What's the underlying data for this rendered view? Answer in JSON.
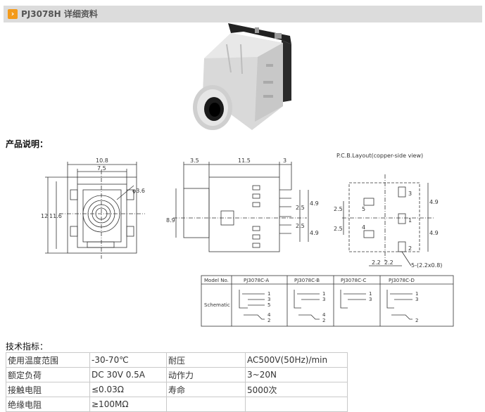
{
  "header": {
    "title": "PJ3078H 详细资料",
    "icon": "arrow-right-icon",
    "accent": "#f39a1a"
  },
  "section": {
    "title": "产品说明："
  },
  "drawing": {
    "front": {
      "dim_width": "10.8",
      "dim_inner": "7.5",
      "dim_height_outer": "12",
      "dim_height_inner": "11.6",
      "dim_hole": "φ3.6"
    },
    "side": {
      "dim_a": "3.5",
      "dim_b": "11.5",
      "dim_c": "3",
      "dim_d": "8.9",
      "dim_e": "2.5",
      "dim_f": "2.5",
      "dim_g": "4.9",
      "dim_h": "4.9"
    },
    "pcb": {
      "title": "P.C.B.Layout(copper-side view)",
      "dim_a": "4.9",
      "dim_b": "4.9",
      "dim_c": "2.5",
      "dim_d": "2.5",
      "dim_e": "2.2",
      "dim_f": "2.2",
      "note": "5-(2.2x0.8)",
      "pins": [
        "3",
        "5",
        "1",
        "4",
        "2"
      ]
    },
    "schematic_table": {
      "col0": "Model No.",
      "row_label": "Schematic",
      "models": [
        "PJ3078C-A",
        "PJ3078C-B",
        "PJ3078C-C",
        "PJ3078C-D"
      ],
      "pins_a": [
        "1",
        "3",
        "5",
        "4",
        "2"
      ],
      "pins_b": [
        "1",
        "3",
        "4",
        "2"
      ],
      "pins_c": [
        "1",
        "3"
      ],
      "pins_d": [
        "1",
        "3",
        "2"
      ]
    }
  },
  "specs": {
    "title": "技术指标：",
    "rows": [
      [
        "使用温度范围",
        "-30-70℃",
        "耐压",
        "AC500V(50Hz)/min"
      ],
      [
        "额定负荷",
        "DC 30V 0.5A",
        "动作力",
        "3~20N"
      ],
      [
        "接触电阻",
        "≤0.03Ω",
        "寿命",
        "5000次"
      ],
      [
        "绝缘电阻",
        "≥100MΩ",
        "",
        ""
      ]
    ]
  }
}
